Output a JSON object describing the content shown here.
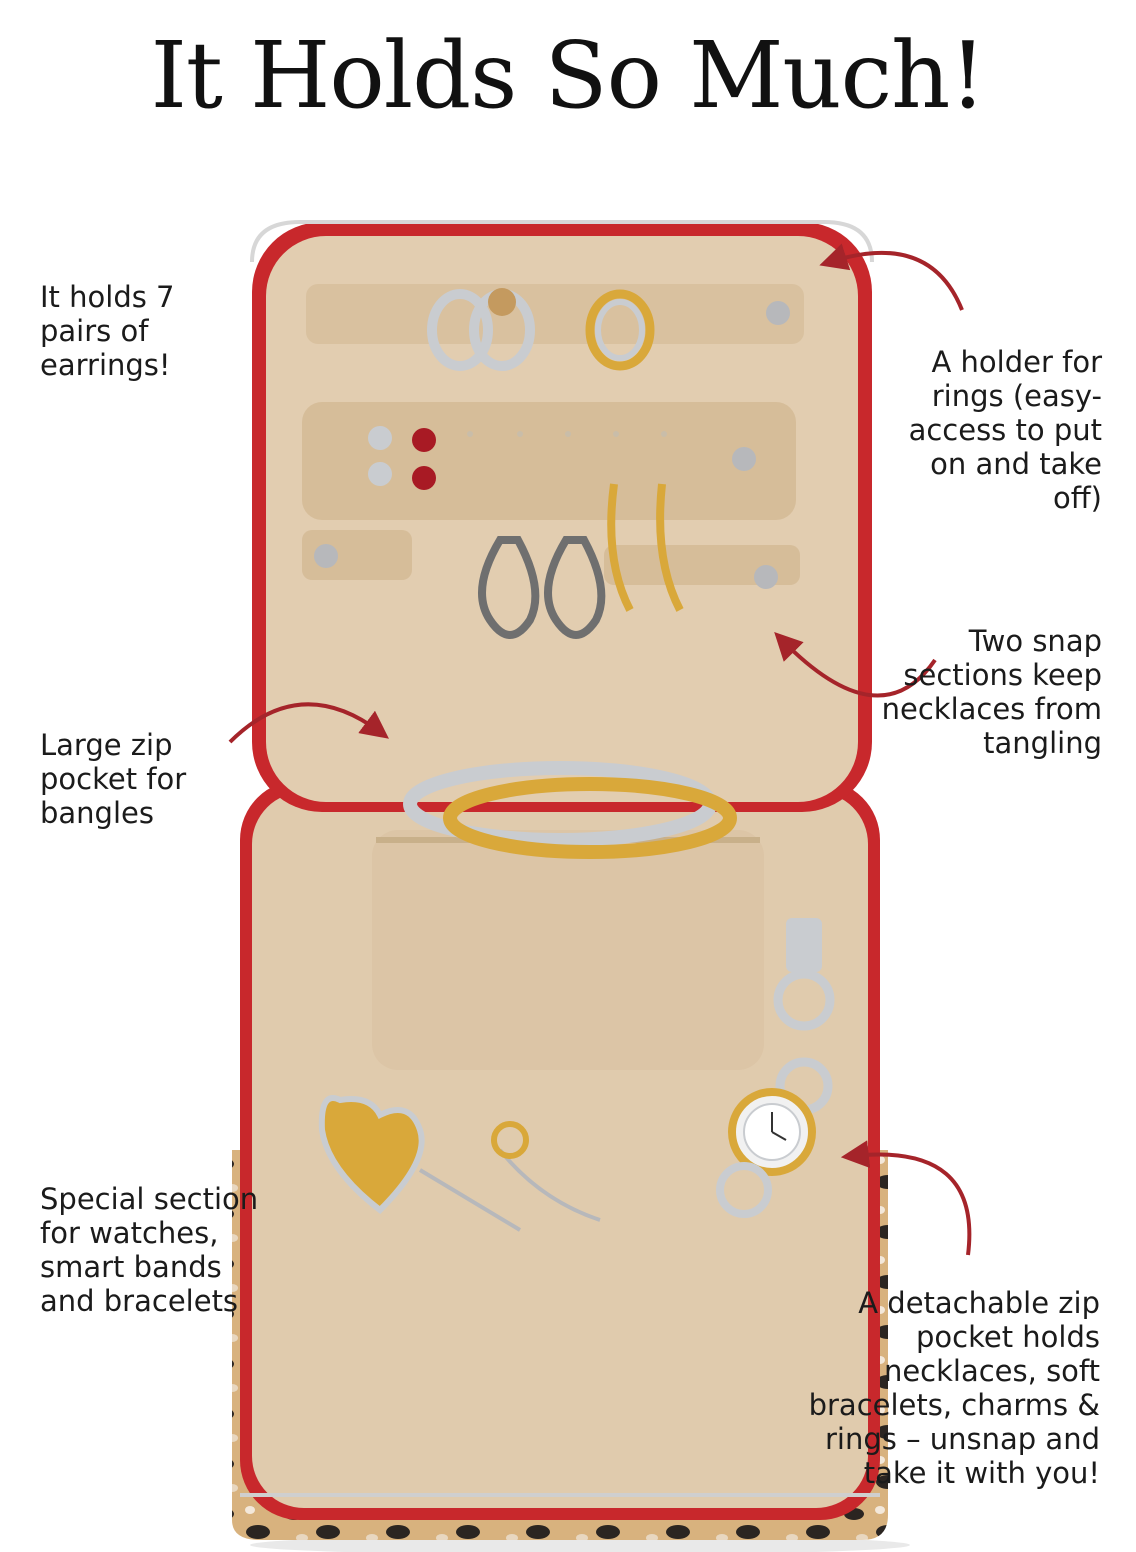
{
  "heading": "It Holds So Much!",
  "captions": {
    "earrings": "It holds 7 pairs of earrings!",
    "ring_holder": "A holder for rings (easy-access to put on and take off)",
    "snap_sections": "Two snap sections keep necklaces from tangling",
    "zip_pocket": "Large zip pocket for bangles",
    "watch_section": "Special section for watches, smart bands and bracelets",
    "detachable_pocket": "A detachable zip pocket holds necklaces, soft bracelets, charms & rings – unsnap and take it with you!"
  },
  "colors": {
    "suede": "#e2cdb0",
    "suede_dark": "#cdb28e",
    "zipper_red": "#c8282c",
    "arrow": "#a5242a",
    "silver": "#c9ccd0",
    "gold": "#d9a83a",
    "leopard_base": "#d8b27e",
    "leopard_spot": "#2b2521"
  }
}
